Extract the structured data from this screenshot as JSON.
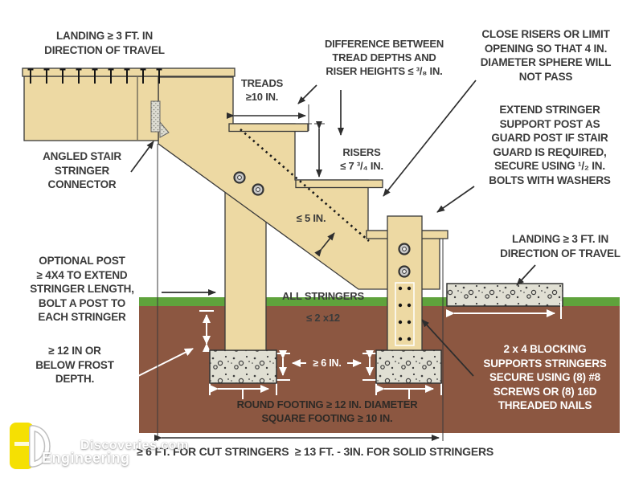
{
  "diagram": {
    "annotations": {
      "landing_top_left": "LANDING ≥ 3 FT. IN\nDIRECTION OF TRAVEL",
      "treads": "TREADS\n≥10 IN.",
      "difference": "DIFFERENCE BETWEEN\nTREAD DEPTHS AND\nRISER HEIGHTS ≤ ³/₈ IN.",
      "close_risers": "CLOSE RISERS OR LIMIT\nOPENING SO THAT 4 IN.\nDIAMETER SPHERE WILL\nNOT PASS",
      "extend_stringer": "EXTEND STRINGER\nSUPPORT POST AS\nGUARD POST IF STAIR\nGUARD IS REQUIRED,\nSECURE USING ¹/₂ IN.\nBOLTS WITH WASHERS",
      "risers": "RISERS\n≤ 7 ³/₄ IN.",
      "throat": "≤ 5 IN.",
      "angled_connector": "ANGLED STAIR\nSTRINGER\nCONNECTOR",
      "optional_post": "OPTIONAL POST\n≥ 4X4 TO EXTEND\nSTRINGER LENGTH,\nBOLT A POST TO\nEACH STRINGER",
      "all_stringers": "ALL STRINGERS\n≤ 2 x12",
      "frost_depth": "≥ 12 IN OR\nBELOW FROST\nDEPTH.",
      "footing_thickness": "≥ 6 IN.",
      "footing_size": "ROUND FOOTING ≥ 12 IN. DIAMETER\nSQUARE FOOTING ≥ 10 IN.",
      "blocking_note": "2 x 4 BLOCKING\nSUPPORTS STRINGERS\nSECURE USING (8) #8\nSCREWS OR (8) 16D\nTHREADED NAILS",
      "landing_right": "LANDING ≥ 3 FT. IN\nDIRECTION OF TRAVEL",
      "stringer_span": "≥ 6 FT. FOR CUT STRINGERS  ≥ 13 FT. - 3IN. FOR SOLID STRINGERS"
    },
    "watermark": {
      "line1": "Discoveries.com",
      "line2": "Engineering"
    },
    "colors": {
      "wood": "#EDD9A3",
      "ground": "#8C5741",
      "grass": "#5FA33C",
      "concrete": "#E0DFD3",
      "text": "#3B3B3B",
      "watermark_yellow": "#F5E003"
    }
  }
}
